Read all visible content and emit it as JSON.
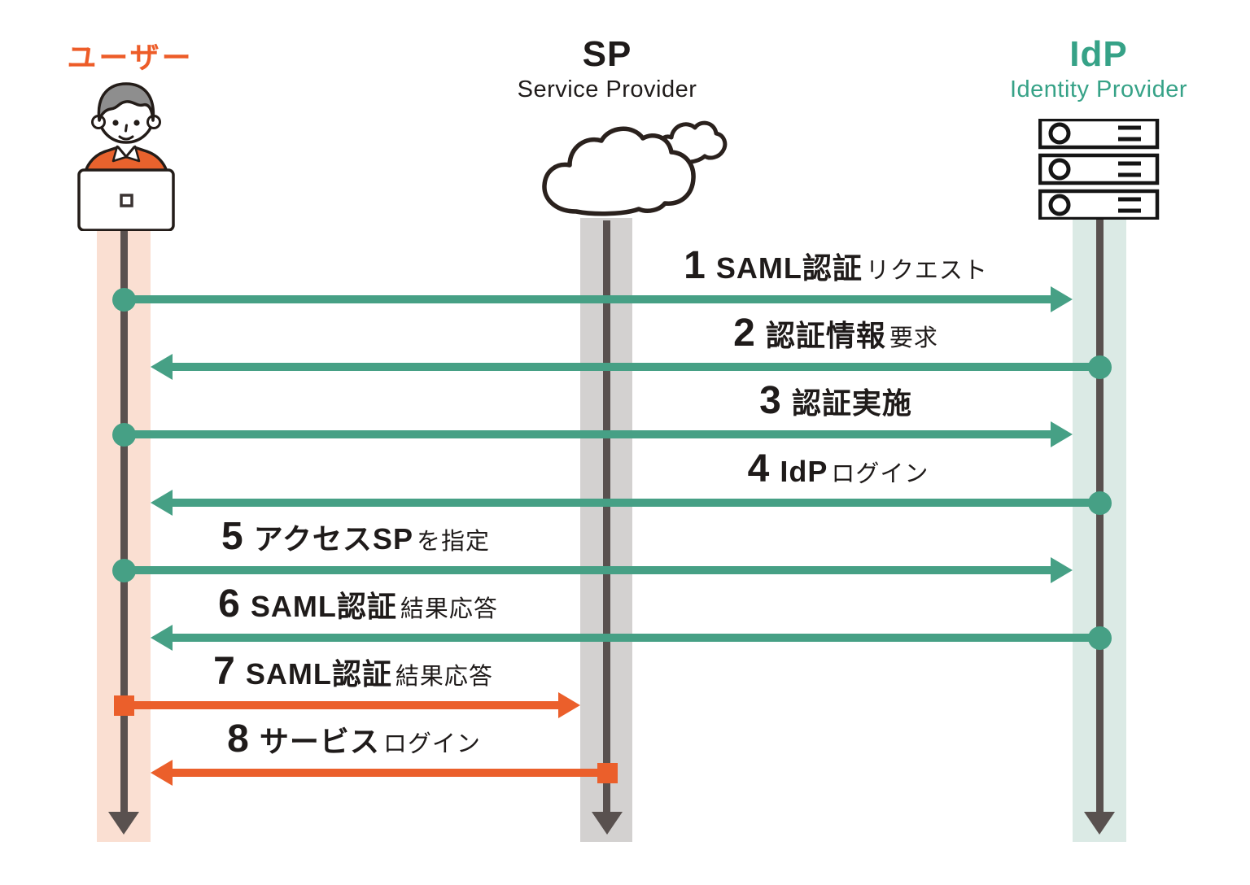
{
  "actors": {
    "user": {
      "label": "ユーザー",
      "icon": "person-laptop-icon",
      "accent": "#ED5C28"
    },
    "sp": {
      "abbr": "SP",
      "full": "Service Provider",
      "icon": "cloud-icon",
      "accent": "#1F1B1A"
    },
    "idp": {
      "abbr": "IdP",
      "full": "Identity Provider",
      "icon": "server-stack-icon",
      "accent": "#36A287"
    }
  },
  "messages": [
    {
      "num": "1",
      "bold": "SAML認証",
      "light": "リクエスト",
      "from": "user",
      "to": "idp",
      "style": "green",
      "marker": "dot-marker"
    },
    {
      "num": "2",
      "bold": "認証情報",
      "light": "要求",
      "from": "idp",
      "to": "user",
      "style": "green",
      "marker": "dot-marker"
    },
    {
      "num": "3",
      "bold": "認証実施",
      "light": "",
      "from": "user",
      "to": "idp",
      "style": "green",
      "marker": "dot-marker"
    },
    {
      "num": "4",
      "bold": "IdP",
      "light": "ログイン",
      "from": "idp",
      "to": "user",
      "style": "green",
      "marker": "dot-marker"
    },
    {
      "num": "5",
      "bold": "アクセスSP",
      "light": "を指定",
      "from": "user",
      "to": "idp",
      "style": "green",
      "marker": "dot-marker"
    },
    {
      "num": "6",
      "bold": "SAML認証",
      "light": "結果応答",
      "from": "idp",
      "to": "user",
      "style": "green",
      "marker": "dot-marker"
    },
    {
      "num": "7",
      "bold": "SAML認証",
      "light": "結果応答",
      "from": "user",
      "to": "sp",
      "style": "orange",
      "marker": "square-marker"
    },
    {
      "num": "8",
      "bold": "サービス",
      "light": "ログイン",
      "from": "sp",
      "to": "user",
      "style": "orange",
      "marker": "square-marker"
    }
  ],
  "colors": {
    "green": "#46A085",
    "orange": "#EB5F2B",
    "user_band": "#FADFD2",
    "sp_band": "#D3D1D0",
    "idp_band": "#DBEAE5",
    "lifeline": "#59514F",
    "text": "#1F1B1A"
  }
}
